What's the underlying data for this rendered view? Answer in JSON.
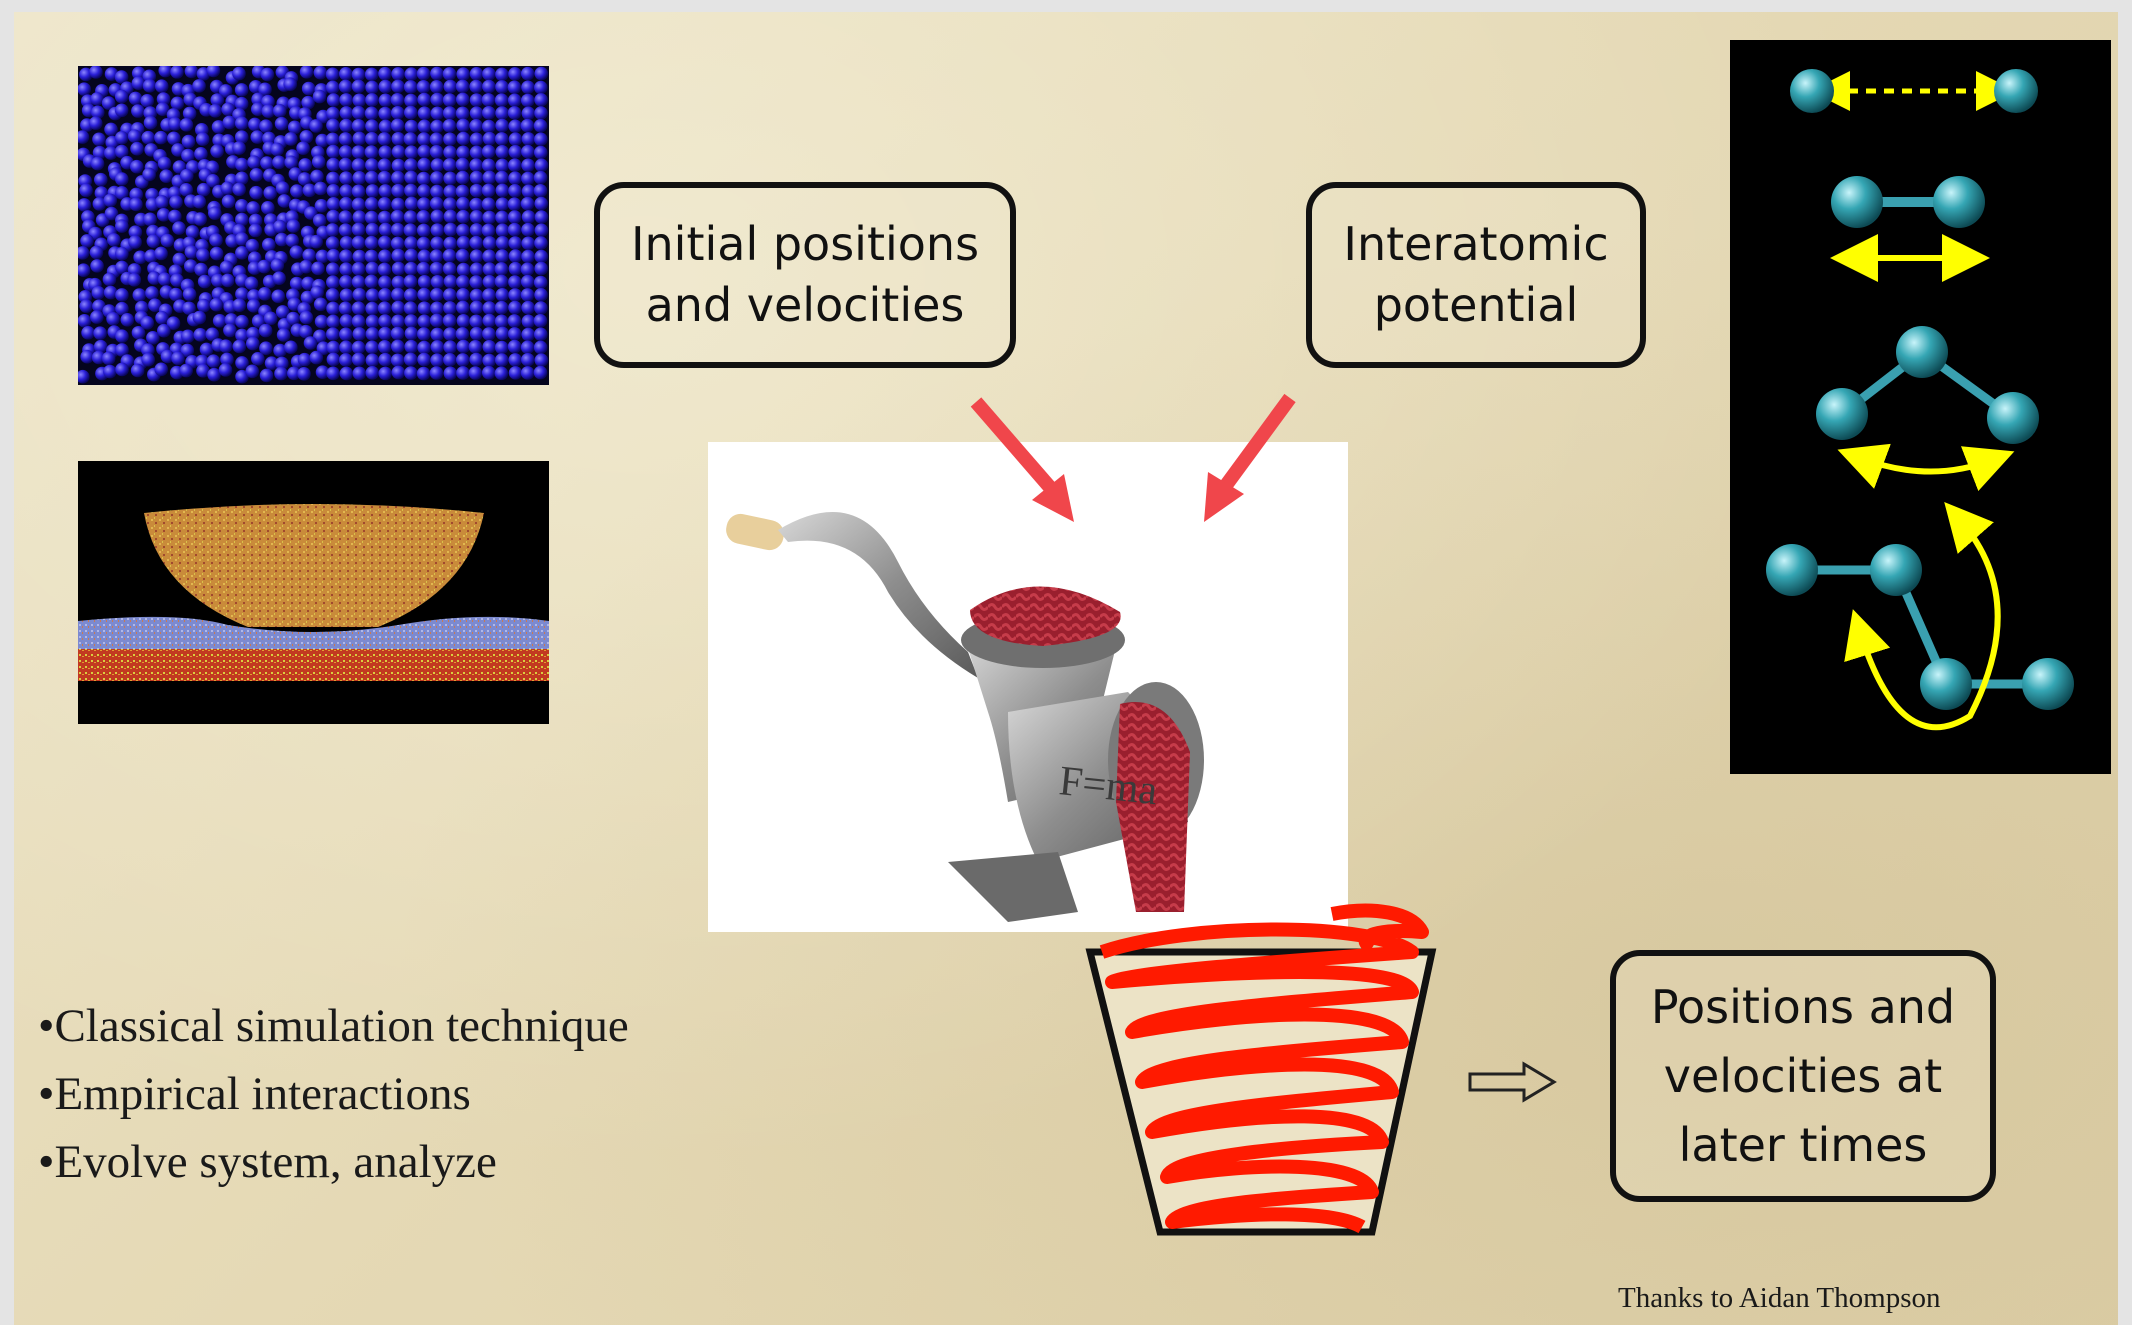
{
  "boxes": {
    "initial": "Initial positions\nand velocities",
    "potential": "Interatomic\npotential",
    "output": "Positions and\nvelocities at\nlater times"
  },
  "grinder_label": "F=ma",
  "bullets": [
    "•Classical simulation technique",
    "•Empirical interactions",
    "•Evolve system, analyze"
  ],
  "credit": "Thanks to Aidan Thompson",
  "icons": {
    "arrow_in": "red-arrow-icon",
    "arrow_out": "hollow-right-arrow-icon"
  },
  "colors": {
    "atoms_blue": "#2a1fd8",
    "droplet": "#c88a3a",
    "arrow_red": "#f0464b",
    "bond_teal": "#3aa0b0",
    "yellow": "#ffff00",
    "spaghetti_red": "#ff1a00"
  }
}
